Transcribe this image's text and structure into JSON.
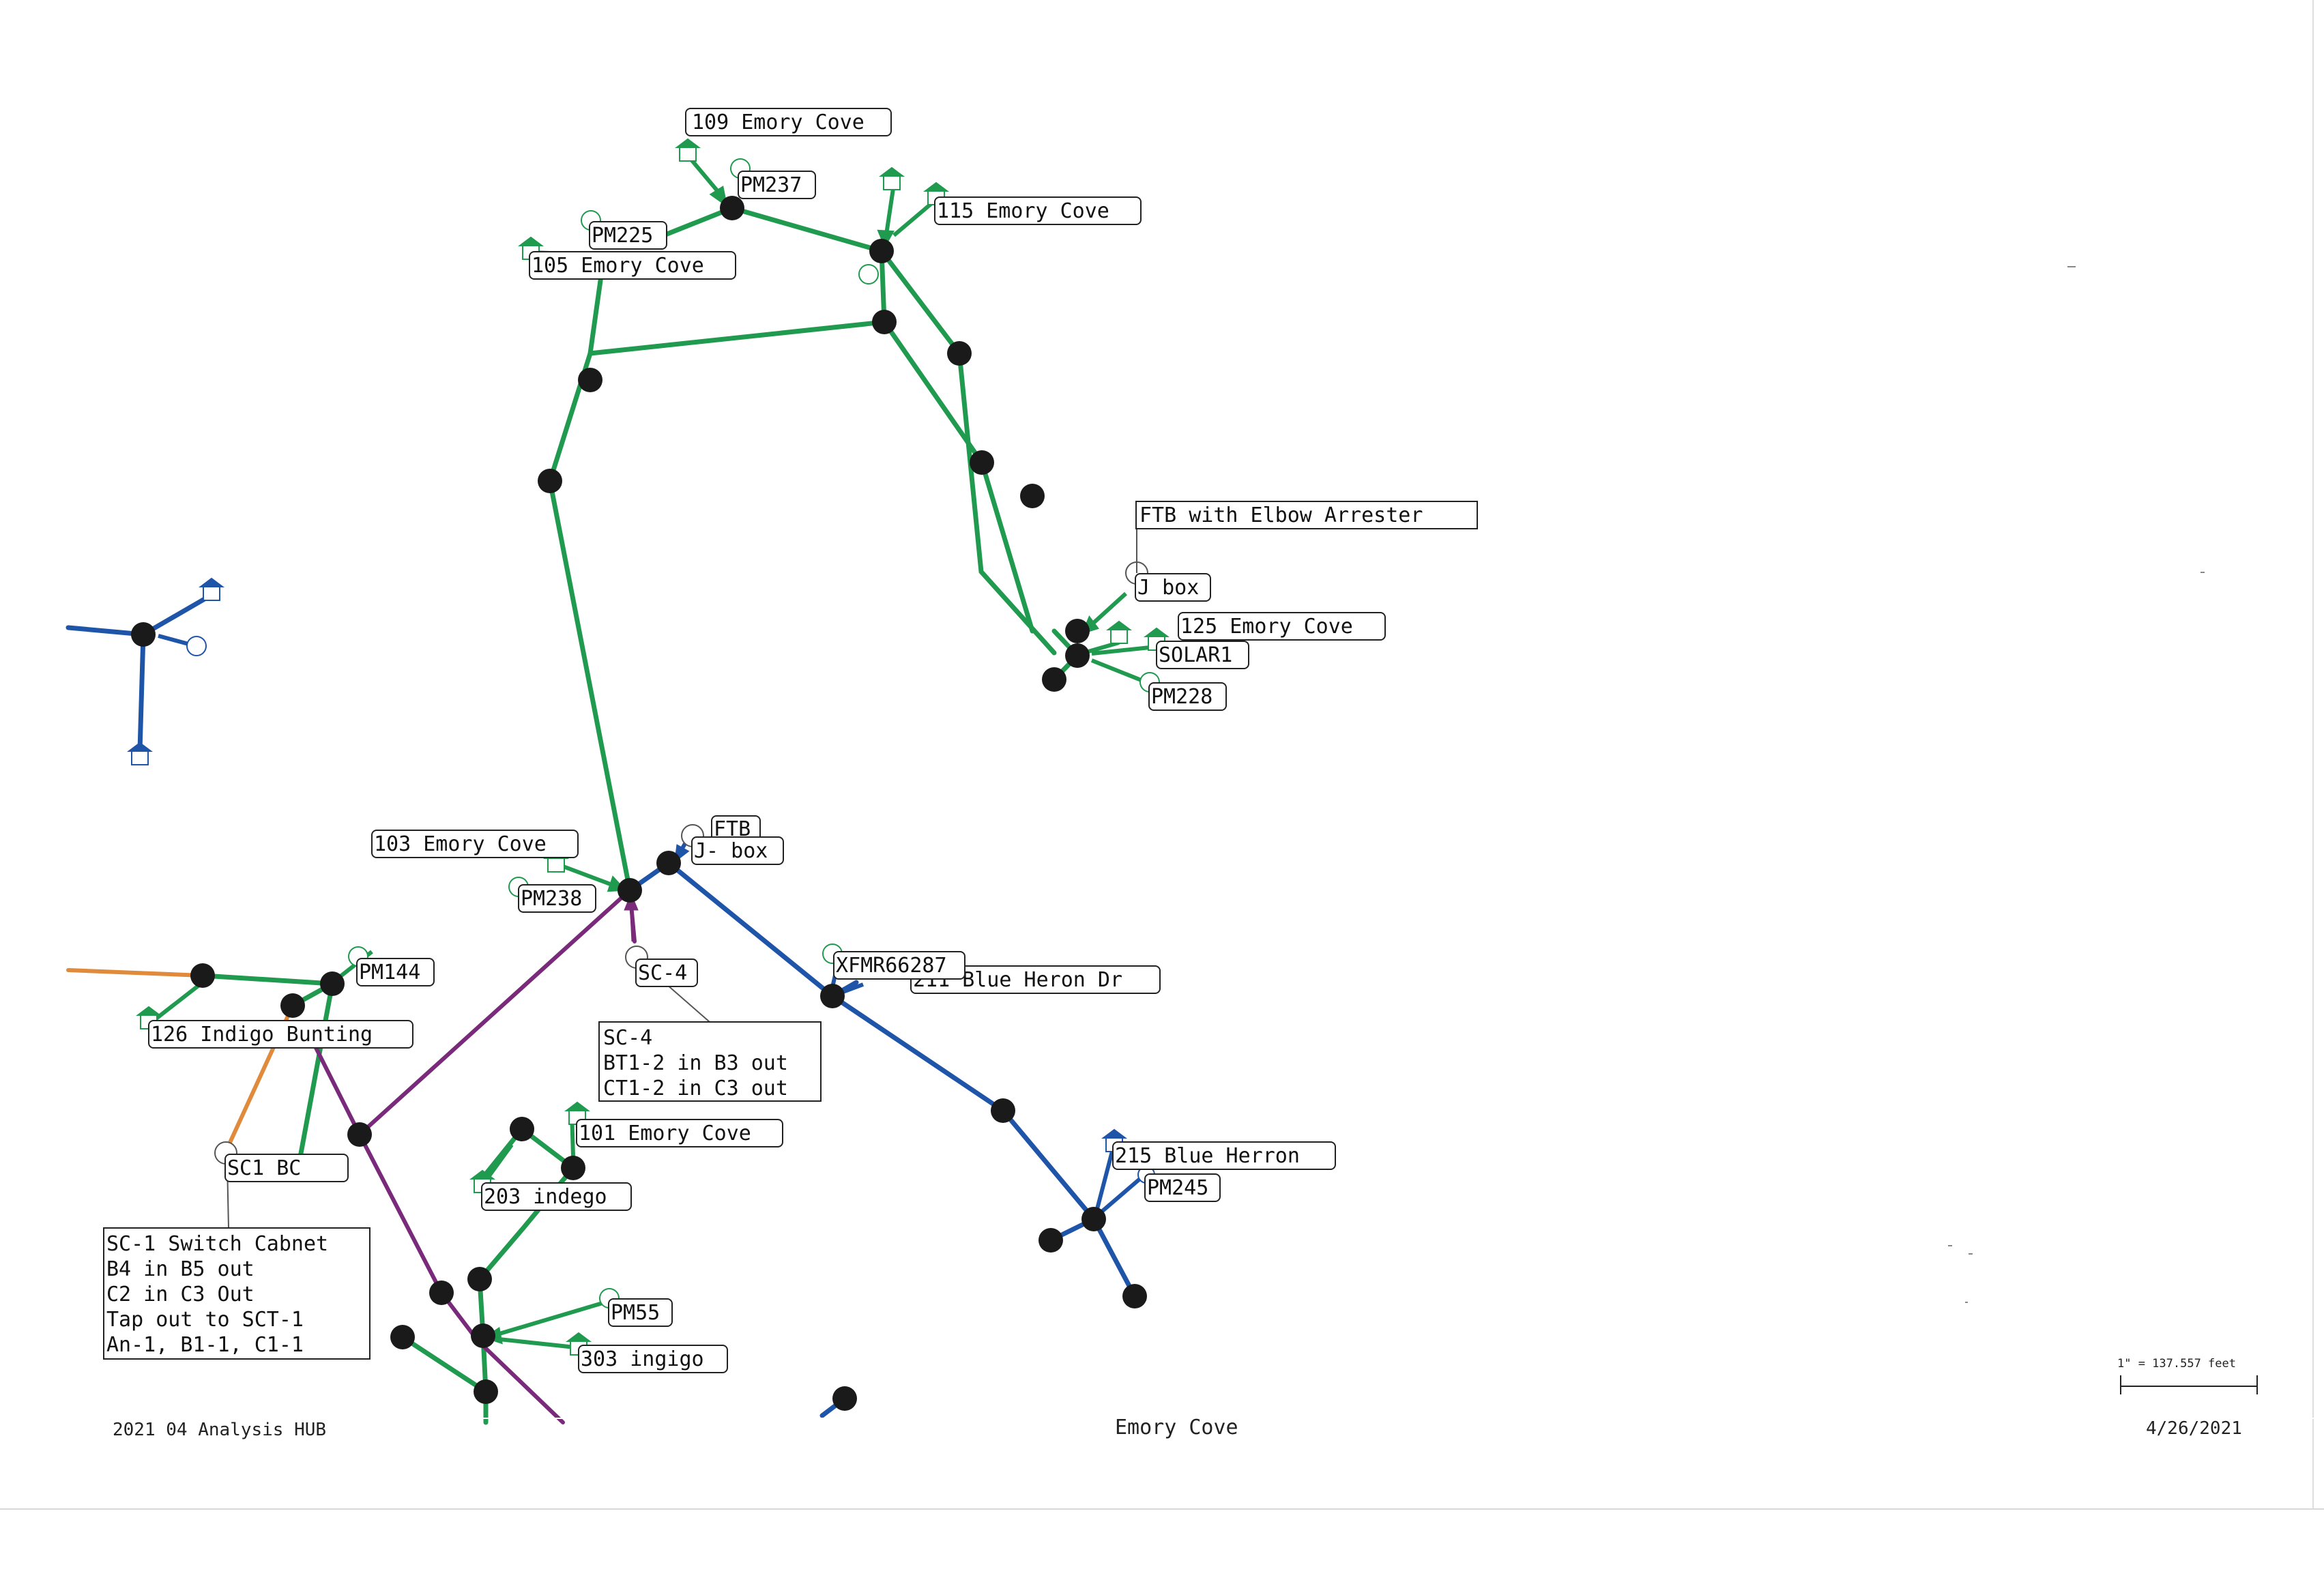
{
  "colors": {
    "primary": "#1f9a4e",
    "secondary": "#1f55a8",
    "tertiary": "#7a2a7a",
    "quaternary": "#e08a3c",
    "node": "#1a1a1a"
  },
  "labels": {
    "emory_109": "109 Emory Cove",
    "pm237": "PM237",
    "emory_115": "115 Emory Cove",
    "pm225": "PM225",
    "emory_105": "105 Emory Cove",
    "ftb_elbow": "FTB with Elbow Arrester",
    "jbox_1": "J box",
    "emory_125": "125 Emory Cove",
    "solar1": "SOLAR1",
    "pm228": "PM228",
    "ftb": "FTB",
    "jbox_2": "J- box",
    "emory_103": "103 Emory Cove",
    "pm238": "PM238",
    "sc4": "SC-4",
    "xfmr": "XFMR66287",
    "blue_heron_211": "211 Blue Heron Dr",
    "pm144": "PM144",
    "indigo_126": "126 Indigo Bunting",
    "sc4_notes": [
      "SC-4",
      "BT1-2 in B3 out",
      "CT1-2 in C3 out"
    ],
    "emory_101": "101 Emory Cove",
    "indego_203": "203 indego",
    "sc1_bc": "SC1     BC",
    "blue_herron_215": "215 Blue Herron",
    "pm245": "PM245",
    "sc1_notes": [
      "SC-1 Switch Cabnet",
      "B4 in B5 out",
      "C2 in C3 Out",
      "Tap out to SCT-1",
      "An-1, B1-1, C1-1"
    ],
    "pm55": "PM55",
    "ingigo_303": "303 ingigo"
  },
  "footer": {
    "left": "2021 04 Analysis HUB",
    "center": "Emory Cove",
    "right": "4/26/2021",
    "scale": "1\" = 137.557 feet"
  },
  "icons": [
    "house-icon",
    "meter-icon",
    "arrow-icon",
    "switch-cabinet-icon"
  ]
}
